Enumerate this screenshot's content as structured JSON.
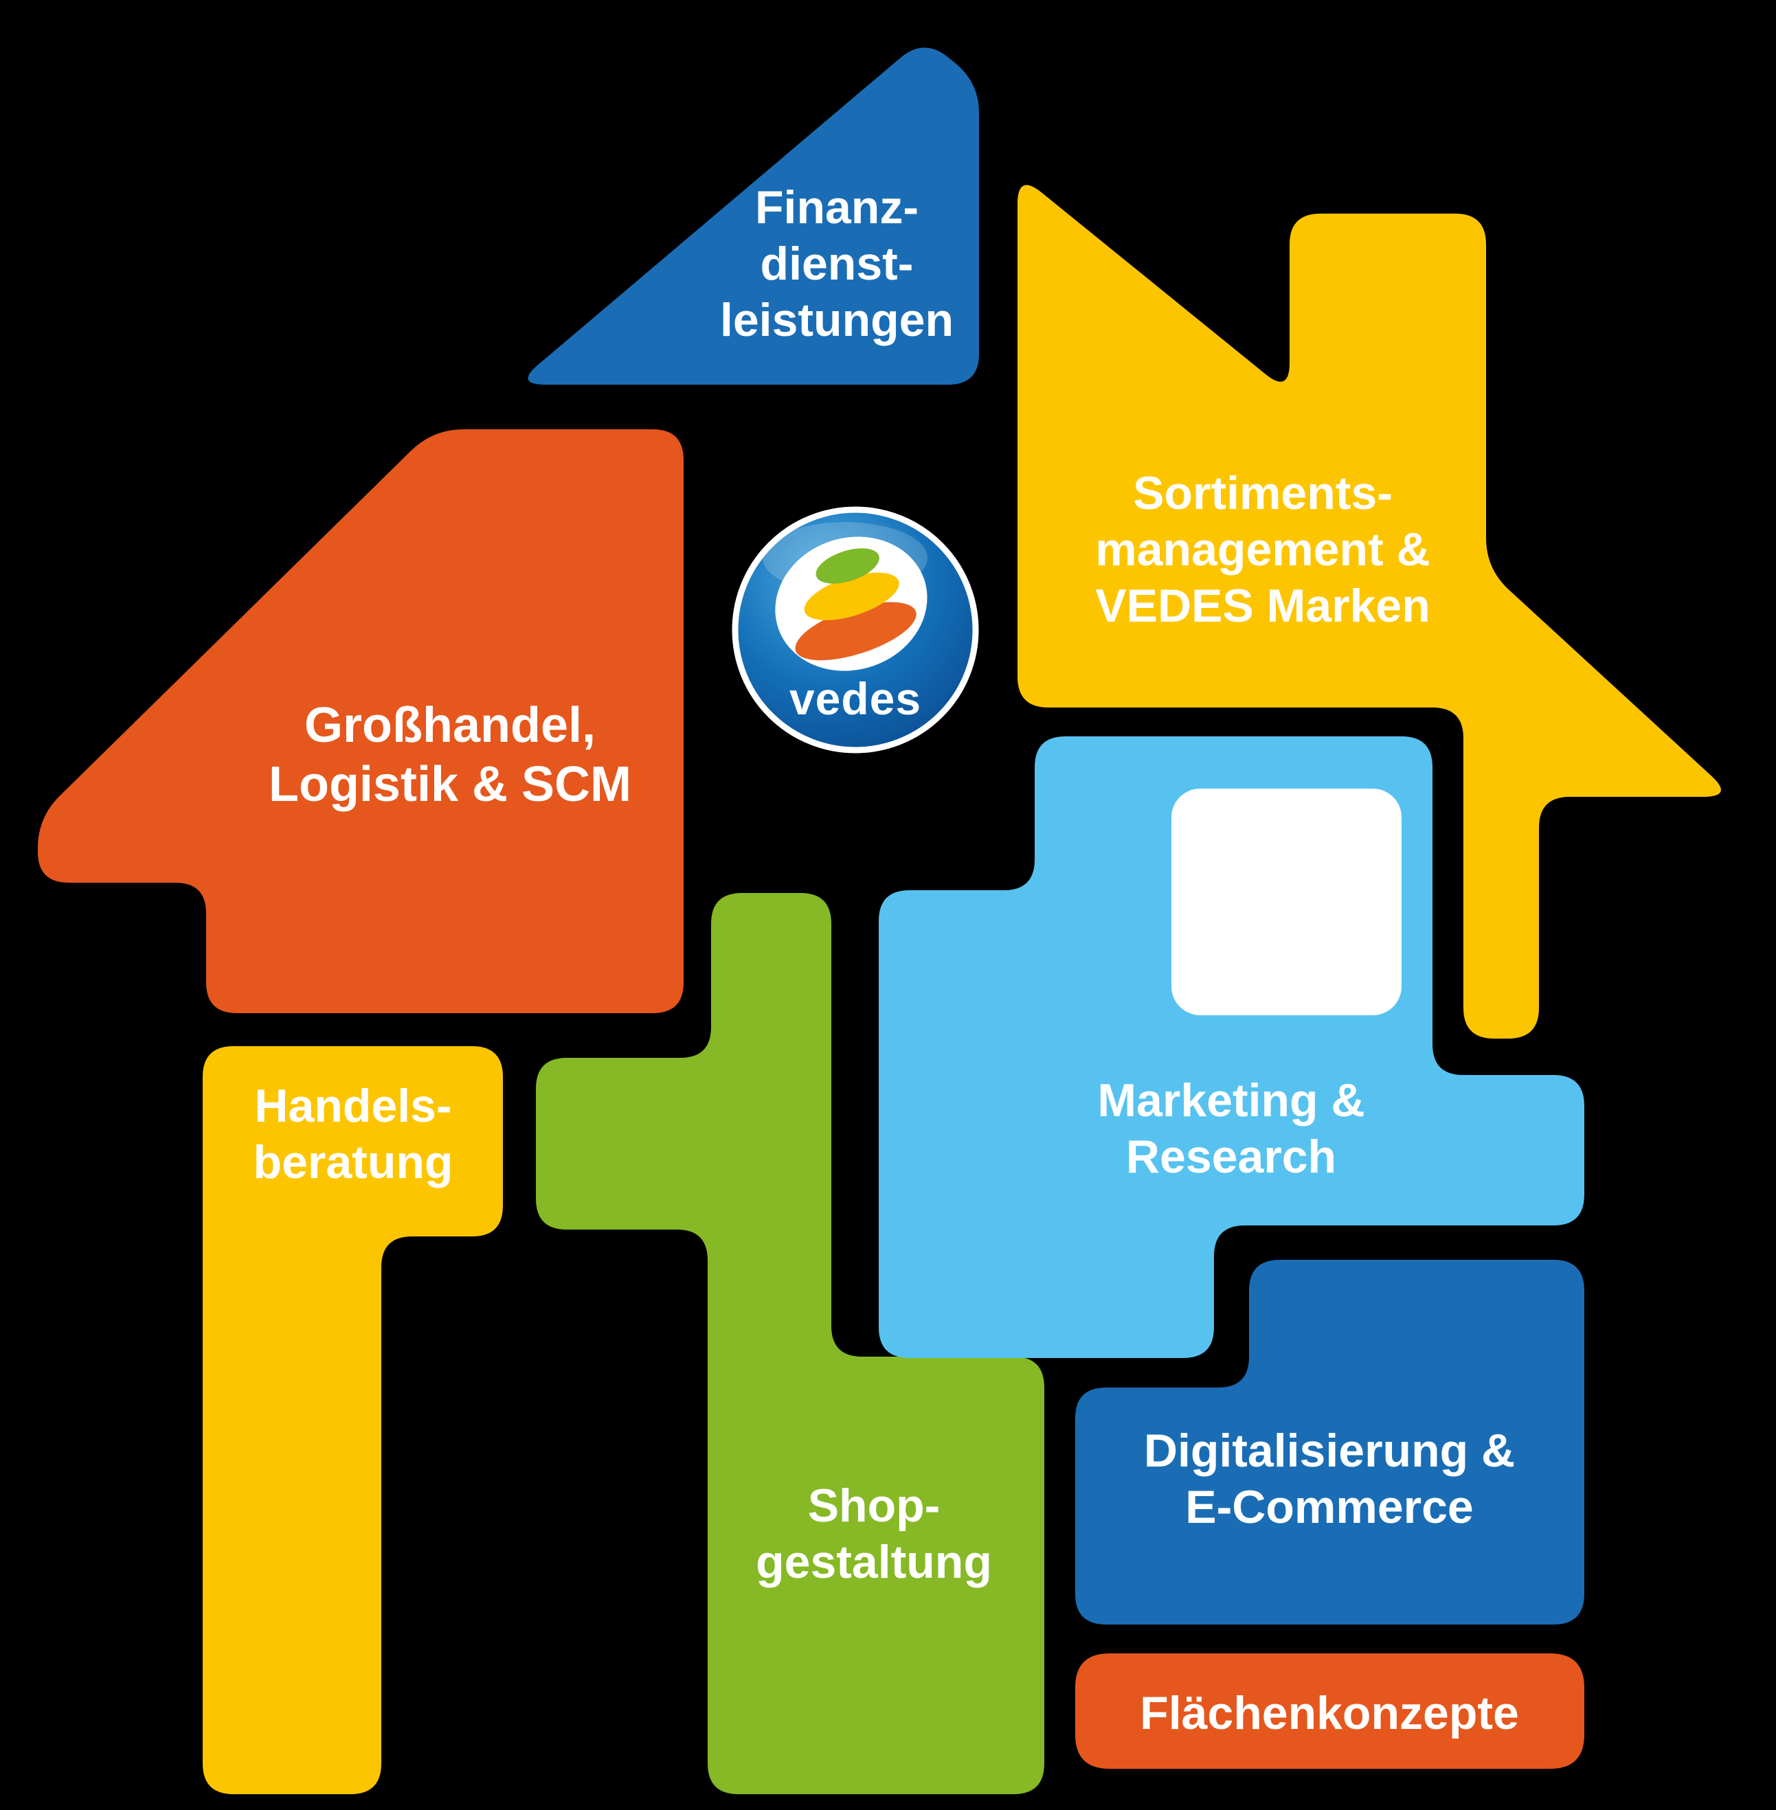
{
  "background": "#000000",
  "pieces": {
    "finanzdienstleistungen": {
      "label_lines": [
        "Finanz-",
        "dienst-",
        "leistungen"
      ],
      "color": "#1a6db5"
    },
    "sortimentsmanagement": {
      "label_lines": [
        "Sortiments-",
        "management &",
        "VEDES Marken"
      ],
      "color": "#fdc500"
    },
    "grosshandel": {
      "label_lines": [
        "Großhandel,",
        "Logistik & SCM"
      ],
      "color": "#e5571d"
    },
    "handelsberatung": {
      "label_lines": [
        "Handels-",
        "beratung"
      ],
      "color": "#fdc500"
    },
    "shopgestaltung": {
      "label_lines": [
        "Shop-",
        "gestaltung"
      ],
      "color": "#86b925"
    },
    "marketing": {
      "label_lines": [
        "Marketing &",
        "Research"
      ],
      "color": "#57c2ef"
    },
    "digitalisierung": {
      "label_lines": [
        "Digitalisierung &",
        "E-Commerce"
      ],
      "color": "#1a6db5"
    },
    "flaechenkonzepte": {
      "label_lines": [
        "Flächenkonzepte"
      ],
      "color": "#e5571d"
    },
    "window": {
      "color": "#ffffff"
    }
  },
  "logo": {
    "text": "vedes",
    "sphere_color": "#1470b8",
    "ring_color": "#ffffff",
    "layer_green": "#7db929",
    "layer_yellow": "#fdc500",
    "layer_orange": "#e8611f"
  }
}
